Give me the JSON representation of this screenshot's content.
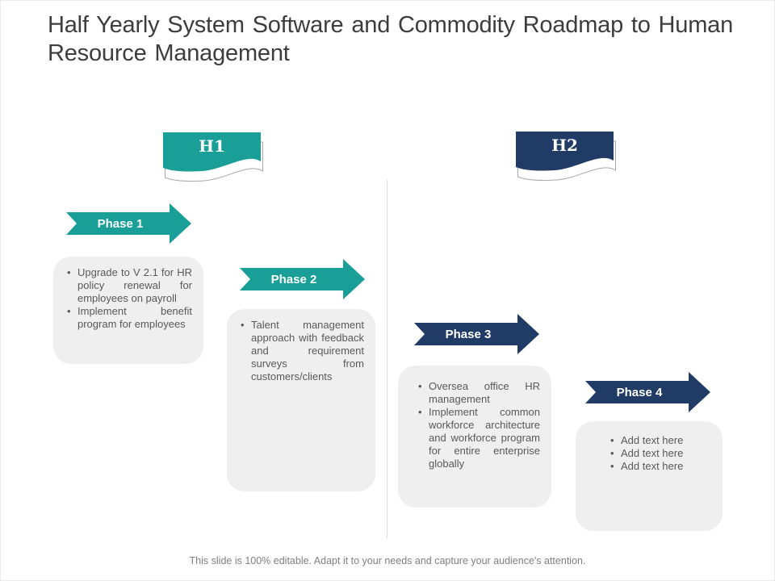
{
  "title": "Half Yearly System Software and Commodity Roadmap to Human Resource Management",
  "colors": {
    "teal": "#1a9e98",
    "navy": "#1f3b66"
  },
  "halves": [
    {
      "label": "H1"
    },
    {
      "label": "H2"
    }
  ],
  "phases": [
    {
      "label": "Phase 1",
      "bullets": [
        "Upgrade to V 2.1 for HR policy renewal for employees on payroll",
        "Implement benefit program for employees"
      ]
    },
    {
      "label": "Phase 2",
      "bullets": [
        "Talent management approach with feedback and requirement surveys from customers/clients"
      ]
    },
    {
      "label": "Phase 3",
      "bullets": [
        "Oversea office HR management",
        "Implement common workforce architecture and workforce program for entire enterprise globally"
      ]
    },
    {
      "label": "Phase 4",
      "bullets": [
        "Add text here",
        "Add text here",
        "Add text here"
      ]
    }
  ],
  "footer": "This slide is 100% editable. Adapt it to your needs and capture your audience's attention."
}
